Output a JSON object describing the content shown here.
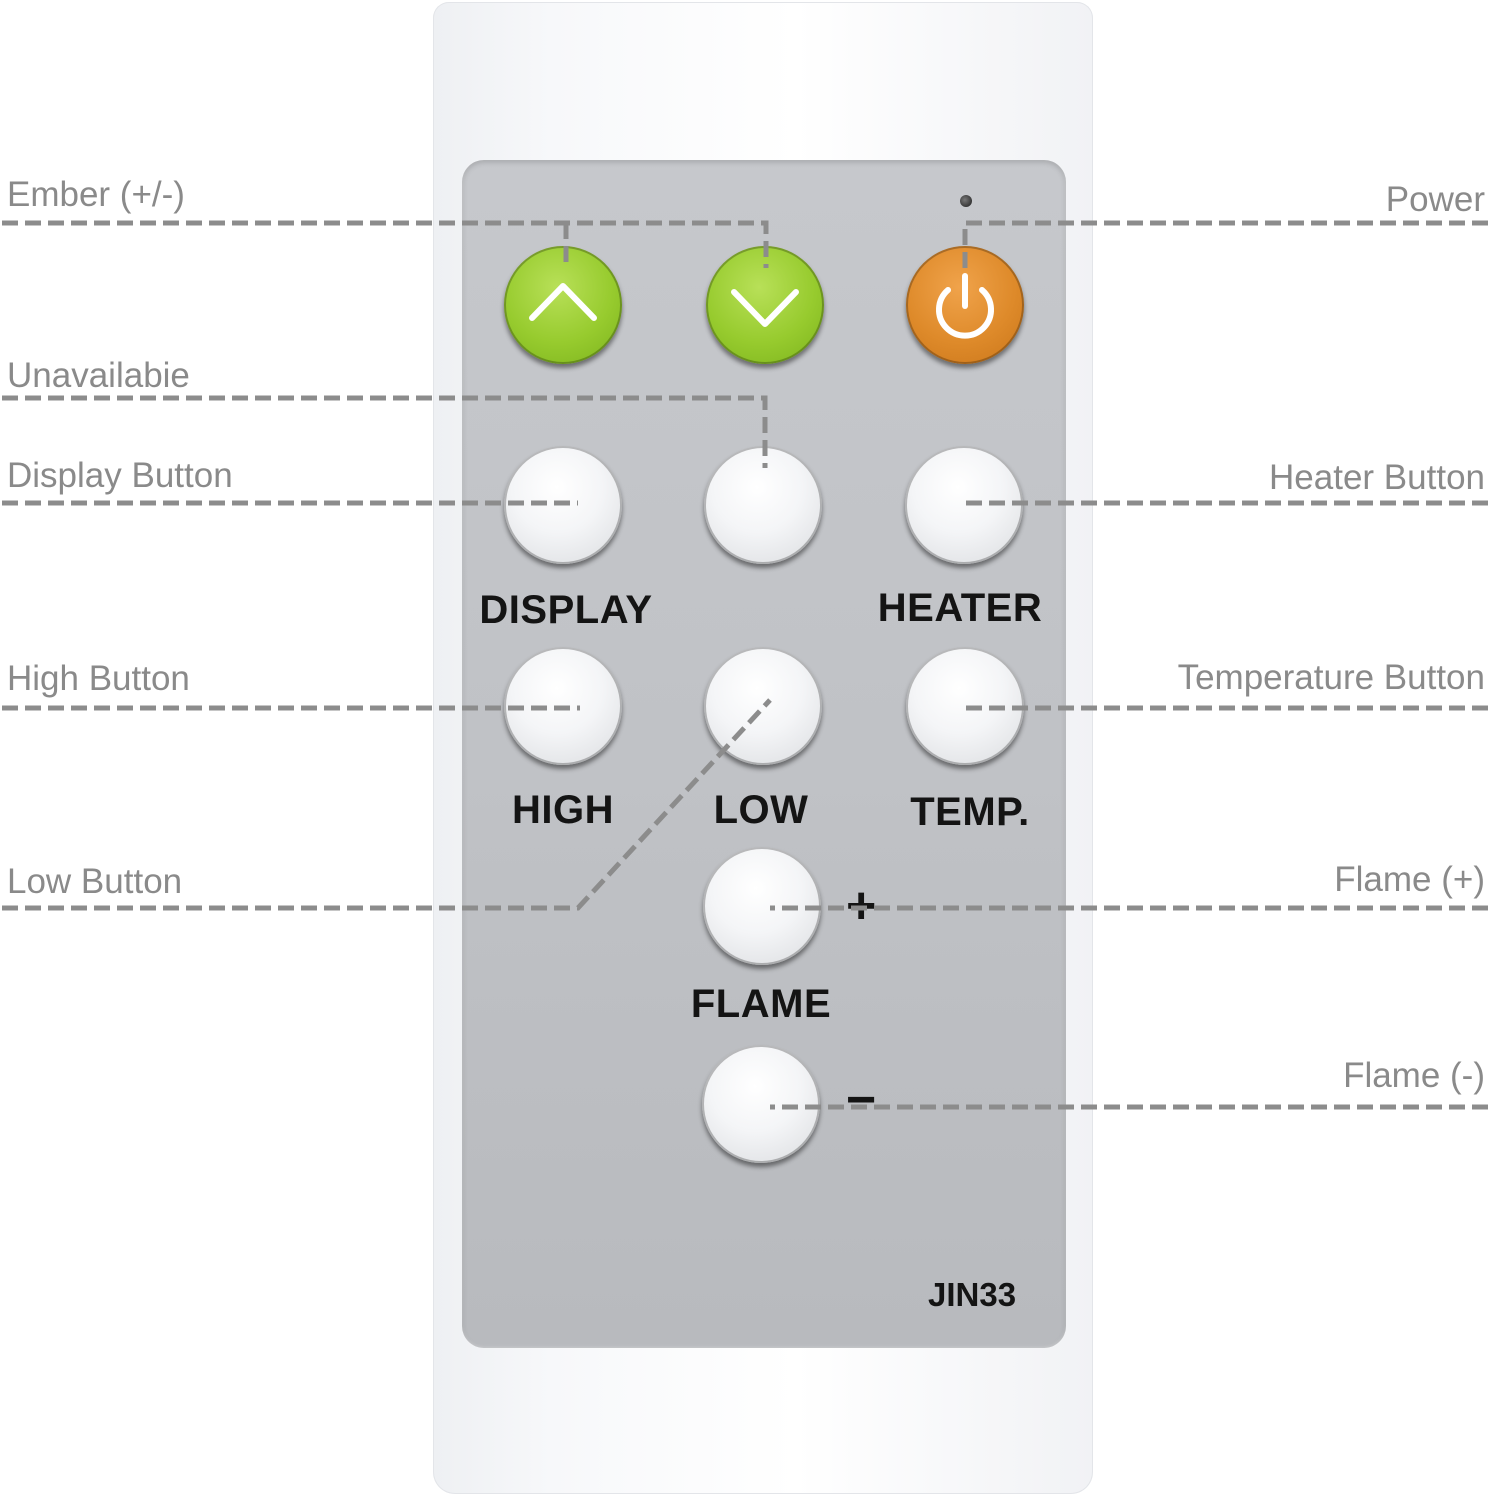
{
  "remote": {
    "model": "JIN33",
    "button_labels": {
      "display": "DISPLAY",
      "heater": "HEATER",
      "high": "HIGH",
      "low": "LOW",
      "temp": "TEMP.",
      "flame": "FLAME"
    },
    "flame_plus_sign": "+",
    "flame_minus_sign": "−",
    "colors": {
      "ember_buttons": "#97cb2e",
      "power_button": "#de8a2a",
      "panel": "#c0c2c6",
      "callout_text": "#8a8a8a",
      "callout_line": "#8c8c8c"
    }
  },
  "callouts": {
    "ember": "Ember (+/-)",
    "power": "Power",
    "unavailable": "Unavailabie",
    "display_button": "Display Button",
    "heater_button": "Heater Button",
    "high_button": "High Button",
    "temperature_button": "Temperature Button",
    "low_button": "Low Button",
    "flame_plus": "Flame (+)",
    "flame_minus": "Flame (-)"
  }
}
